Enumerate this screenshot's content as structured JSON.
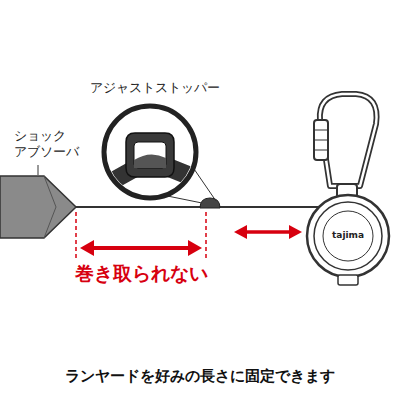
{
  "diagram": {
    "caption": "ランヤードを好みの長さに固定できます",
    "labels": [
      "ショック アブソーバ",
      "アジャストストッパー",
      "巻き取られない",
      "tajima"
    ]
  }
}
